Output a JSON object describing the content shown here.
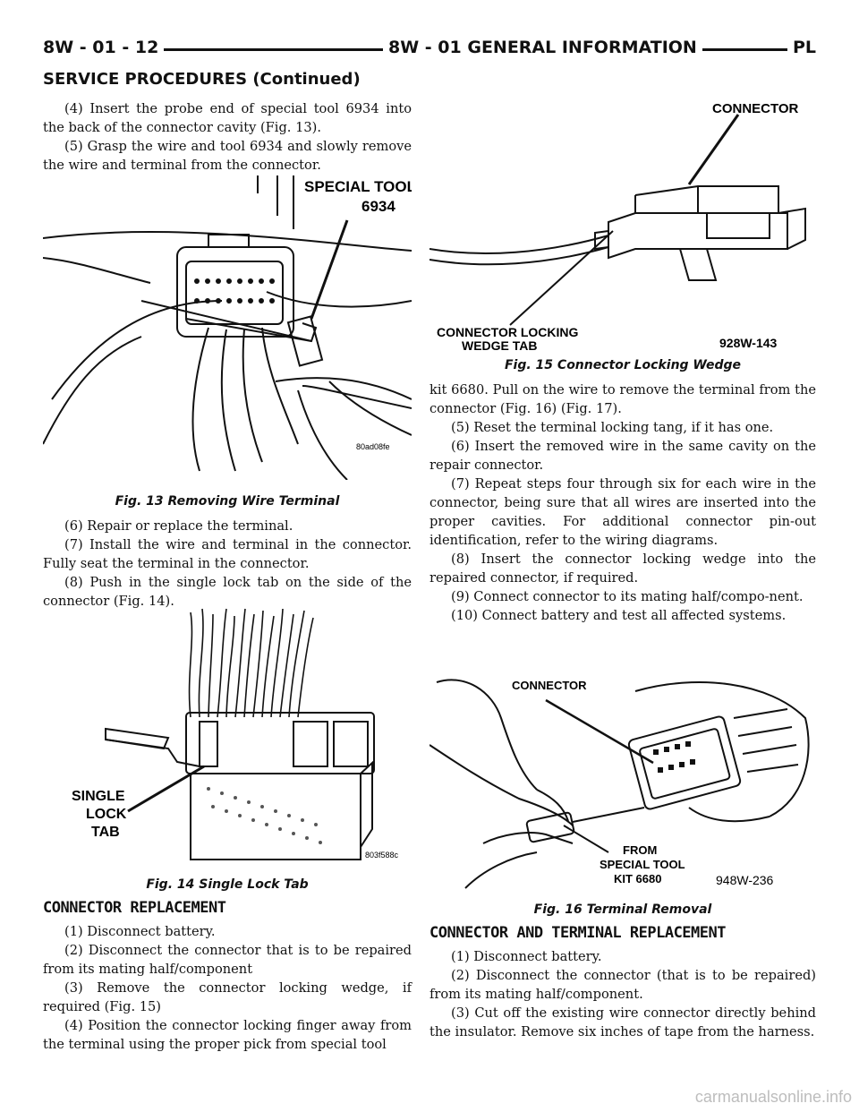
{
  "header": {
    "left": "8W - 01 - 12",
    "center": "8W - 01 GENERAL INFORMATION",
    "right": "PL"
  },
  "section_title": "SERVICE PROCEDURES (Continued)",
  "left_column": {
    "intro": [
      "(4) Insert the probe end of special tool 6934 into the back of the connector cavity (Fig. 13).",
      "(5) Grasp the wire and tool 6934 and slowly remove the wire and terminal from the connector."
    ],
    "fig13": {
      "labels": [
        "SPECIAL TOOL",
        "6934"
      ],
      "code": "80ad08fe",
      "caption": "Fig. 13 Removing Wire Terminal"
    },
    "middle": [
      "(6) Repair or replace the terminal.",
      "(7) Install the wire and terminal in the connector. Fully seat the terminal in the connector.",
      "(8) Push in the single lock tab on the side of the connector (Fig. 14)."
    ],
    "fig14": {
      "labels": [
        "SINGLE",
        "LOCK",
        "TAB"
      ],
      "code": "803f588c",
      "caption": "Fig. 14 Single Lock Tab"
    },
    "heading": "CONNECTOR REPLACEMENT",
    "steps": [
      "(1) Disconnect battery.",
      "(2) Disconnect the connector that is to be repaired from its mating half/component",
      "(3) Remove the connector locking wedge, if required (Fig. 15)",
      "(4) Position the connector locking finger away from the terminal using the proper pick from special tool"
    ]
  },
  "right_column": {
    "fig15": {
      "labels": [
        "CONNECTOR",
        "CONNECTOR LOCKING",
        "WEDGE TAB"
      ],
      "code": "928W-143",
      "caption": "Fig. 15 Connector Locking Wedge"
    },
    "steps": [
      "kit 6680. Pull on the wire to remove the terminal from the connector (Fig. 16) (Fig. 17).",
      "(5) Reset the terminal locking tang, if it has one.",
      "(6) Insert the removed wire in the same cavity on the repair connector.",
      "(7) Repeat steps four through six for each wire in the connector, being sure that all wires are inserted into the proper cavities. For additional connector pin-out identification, refer to the wiring diagrams.",
      "(8) Insert the connector locking wedge into the repaired connector, if required.",
      "(9) Connect connector to its mating half/compo-nent.",
      "(10) Connect battery and test all affected systems."
    ],
    "fig16": {
      "labels": [
        "CONNECTOR",
        "FROM",
        "SPECIAL TOOL",
        "KIT 6680"
      ],
      "code": "948W-236",
      "caption": "Fig. 16 Terminal Removal"
    },
    "heading": "CONNECTOR AND TERMINAL REPLACEMENT",
    "steps2": [
      "(1) Disconnect battery.",
      "(2) Disconnect the connector (that is to be repaired) from its mating half/component.",
      "(3) Cut off the existing wire connector directly behind the insulator. Remove six inches of tape from the harness."
    ]
  },
  "watermark": "carmanualsonline.info"
}
